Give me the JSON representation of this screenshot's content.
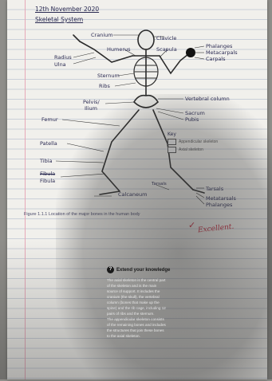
{
  "date": "12th November 2020",
  "title": "Skeletal System",
  "labels": {
    "cranium": "Cranium",
    "clavicle": "Clavicle",
    "humerus": "Humerus",
    "scapula": "Scapula",
    "phalanges_hand": "Phalanges",
    "metacarpals": "Metacarpals",
    "carpals": "Carpals",
    "radius": "Radius",
    "ulna": "Ulna",
    "sternum": "Sternum",
    "ribs": "Ribs",
    "vertebral_column": "Vertebral column",
    "pelvis": "Pelvis/",
    "ilium": "Ilium",
    "sacrum": "Sacrum",
    "pubis": "Pubis",
    "femur": "Femur",
    "patella": "Patella",
    "tibia": "Tibia",
    "fibula_struck": "Fibula",
    "fibula": "Fibula",
    "tarsals": "Tarsals",
    "tarsals_side": "Tarsals",
    "metatarsals": "Metatarsals",
    "phalanges_foot": "Phalanges",
    "calcaneum": "Calcaneum"
  },
  "key": {
    "title": "Key",
    "appendicular": "Appendicular skeleton",
    "axial": "Axial skeleton"
  },
  "caption": "Figure 1.1.1 Location of the major bones in the human body",
  "teacher_comment": "Excellent.",
  "extend": {
    "icon": "?",
    "title": "Extend your knowledge",
    "axial_term": "axial skeleton",
    "axial_text": "The axial skeleton is the central part of the skeleton and is the main source of support. It includes the cranium (the skull), the vertebral column (bones that make up the spine) and the rib cage, including 12 pairs of ribs and the sternum.",
    "appendicular_text": "The appendicular skeleton consists of the remaining bones and includes the structures that join these bones to the axial skeleton."
  }
}
